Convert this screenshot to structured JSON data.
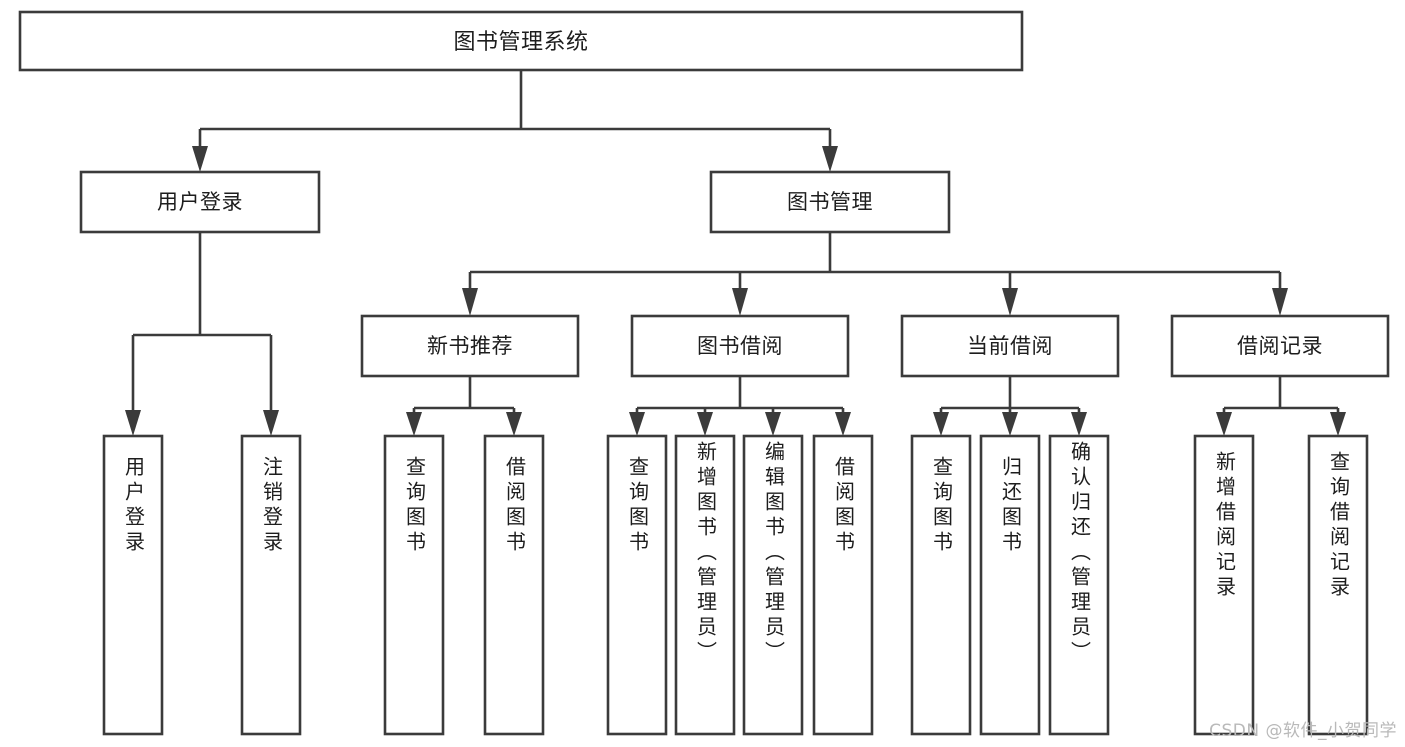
{
  "diagram": {
    "type": "tree-hierarchy-chart",
    "title": "图书管理系统",
    "watermark": "CSDN @软件_小贺同学",
    "colors": {
      "box_stroke": "#3b3b3b",
      "box_fill": "#ffffff",
      "text": "#1d1d1d",
      "watermark": "#b9b9b9",
      "background": "#ffffff"
    },
    "levels": {
      "root": {
        "label": "图书管理系统"
      },
      "level2": [
        {
          "id": "user-login",
          "label": "用户登录"
        },
        {
          "id": "book-management",
          "label": "图书管理"
        }
      ],
      "level3": [
        {
          "id": "new-book-recommend",
          "label": "新书推荐",
          "parent": "book-management"
        },
        {
          "id": "book-borrow",
          "label": "图书借阅",
          "parent": "book-management"
        },
        {
          "id": "current-borrow",
          "label": "当前借阅",
          "parent": "book-management"
        },
        {
          "id": "borrow-record",
          "label": "借阅记录",
          "parent": "book-management"
        }
      ],
      "leaves": {
        "user-login": [
          {
            "id": "leaf-user-login",
            "label": "用户登录"
          },
          {
            "id": "leaf-user-logout",
            "label": "注销登录"
          }
        ],
        "new-book-recommend": [
          {
            "id": "leaf-query-book-1",
            "label": "查询图书"
          },
          {
            "id": "leaf-borrow-book-1",
            "label": "借阅图书"
          }
        ],
        "book-borrow": [
          {
            "id": "leaf-query-book-2",
            "label": "查询图书"
          },
          {
            "id": "leaf-add-book",
            "label": "新增图书（管理员）"
          },
          {
            "id": "leaf-edit-book",
            "label": "编辑图书（管理员）"
          },
          {
            "id": "leaf-borrow-book-2",
            "label": "借阅图书"
          }
        ],
        "current-borrow": [
          {
            "id": "leaf-query-book-3",
            "label": "查询图书"
          },
          {
            "id": "leaf-return-book",
            "label": "归还图书"
          },
          {
            "id": "leaf-confirm-return",
            "label": "确认归还（管理员）"
          }
        ],
        "borrow-record": [
          {
            "id": "leaf-add-record",
            "label": "新增借阅记录"
          },
          {
            "id": "leaf-query-record",
            "label": "查询借阅记录"
          }
        ]
      }
    }
  }
}
